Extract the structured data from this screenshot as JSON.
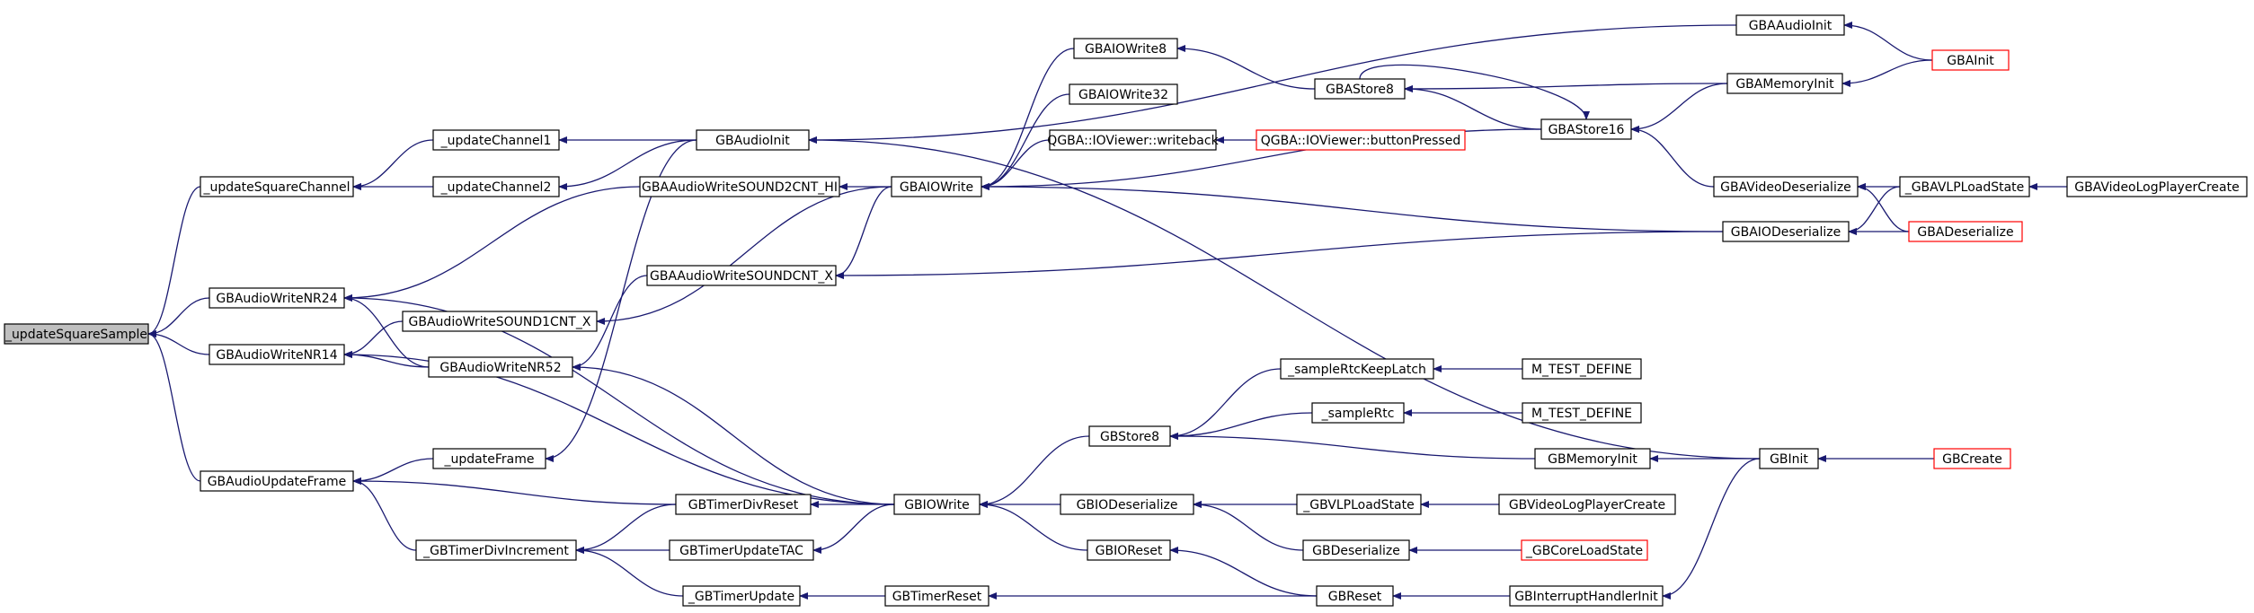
{
  "colors": {
    "edge": "#191970",
    "node_border": "#000000",
    "node_border_truncated": "#ff0000",
    "root_fill": "#bfbfbf",
    "node_fill": "#ffffff"
  },
  "nodes": [
    {
      "id": "n0",
      "label": "_updateSquareSample",
      "kind": "root"
    },
    {
      "id": "n1",
      "label": "_updateSquareChannel",
      "kind": "normal"
    },
    {
      "id": "n2",
      "label": "GBAudioWriteNR24",
      "kind": "normal"
    },
    {
      "id": "n3",
      "label": "GBAudioWriteNR14",
      "kind": "normal"
    },
    {
      "id": "n4",
      "label": "GBAudioUpdateFrame",
      "kind": "normal"
    },
    {
      "id": "n5",
      "label": "_updateChannel1",
      "kind": "normal"
    },
    {
      "id": "n6",
      "label": "_updateChannel2",
      "kind": "normal"
    },
    {
      "id": "n7",
      "label": "GBAudioWriteSOUND1CNT_X",
      "kind": "normal"
    },
    {
      "id": "n8",
      "label": "GBAudioWriteNR52",
      "kind": "normal"
    },
    {
      "id": "n9",
      "label": "_updateFrame",
      "kind": "normal"
    },
    {
      "id": "n10",
      "label": "_GBTimerDivIncrement",
      "kind": "normal"
    },
    {
      "id": "n11",
      "label": "GBAudioInit",
      "kind": "normal"
    },
    {
      "id": "n12",
      "label": "GBAAudioWriteSOUND2CNT_HI",
      "kind": "normal"
    },
    {
      "id": "n13",
      "label": "GBAAudioWriteSOUNDCNT_X",
      "kind": "normal"
    },
    {
      "id": "n14",
      "label": "GBTimerDivReset",
      "kind": "normal"
    },
    {
      "id": "n15",
      "label": "GBTimerUpdateTAC",
      "kind": "normal"
    },
    {
      "id": "n16",
      "label": "_GBTimerUpdate",
      "kind": "normal"
    },
    {
      "id": "n17",
      "label": "GBAIOWrite8",
      "kind": "normal"
    },
    {
      "id": "n18",
      "label": "GBAIOWrite32",
      "kind": "normal"
    },
    {
      "id": "n19",
      "label": "QGBA::IOViewer::writeback",
      "kind": "normal"
    },
    {
      "id": "n20",
      "label": "GBAIOWrite",
      "kind": "normal"
    },
    {
      "id": "n21",
      "label": "GBIOWrite",
      "kind": "normal"
    },
    {
      "id": "n22",
      "label": "GBTimerReset",
      "kind": "normal"
    },
    {
      "id": "n23",
      "label": "GBStore8",
      "kind": "normal"
    },
    {
      "id": "n24",
      "label": "GBIODeserialize",
      "kind": "normal"
    },
    {
      "id": "n25",
      "label": "GBIOReset",
      "kind": "normal"
    },
    {
      "id": "n26",
      "label": "QGBA::IOViewer::buttonPressed",
      "kind": "truncated"
    },
    {
      "id": "n27",
      "label": "GBAStore8",
      "kind": "normal"
    },
    {
      "id": "n28",
      "label": "_sampleRtcKeepLatch",
      "kind": "normal"
    },
    {
      "id": "n29",
      "label": "_sampleRtc",
      "kind": "normal"
    },
    {
      "id": "n30",
      "label": "_GBVLPLoadState",
      "kind": "normal"
    },
    {
      "id": "n31",
      "label": "GBDeserialize",
      "kind": "normal"
    },
    {
      "id": "n32",
      "label": "GBReset",
      "kind": "normal"
    },
    {
      "id": "n33",
      "label": "M_TEST_DEFINE",
      "kind": "normal"
    },
    {
      "id": "n34",
      "label": "M_TEST_DEFINE",
      "kind": "normal"
    },
    {
      "id": "n35",
      "label": "GBMemoryInit",
      "kind": "normal"
    },
    {
      "id": "n36",
      "label": "GBVideoLogPlayerCreate",
      "kind": "normal"
    },
    {
      "id": "n37",
      "label": "_GBCoreLoadState",
      "kind": "truncated"
    },
    {
      "id": "n38",
      "label": "GBInterruptHandlerInit",
      "kind": "normal"
    },
    {
      "id": "n39",
      "label": "GBAStore16",
      "kind": "normal"
    },
    {
      "id": "n40",
      "label": "GBAAudioInit",
      "kind": "normal"
    },
    {
      "id": "n41",
      "label": "GBAMemoryInit",
      "kind": "normal"
    },
    {
      "id": "n42",
      "label": "GBAVideoDeserialize",
      "kind": "normal"
    },
    {
      "id": "n43",
      "label": "GBAIODeserialize",
      "kind": "normal"
    },
    {
      "id": "n44",
      "label": "GBInit",
      "kind": "normal"
    },
    {
      "id": "n45",
      "label": "GBAInit",
      "kind": "truncated"
    },
    {
      "id": "n46",
      "label": "_GBAVLPLoadState",
      "kind": "normal"
    },
    {
      "id": "n47",
      "label": "GBADeserialize",
      "kind": "truncated"
    },
    {
      "id": "n48",
      "label": "GBAVideoLogPlayerCreate",
      "kind": "normal"
    },
    {
      "id": "n49",
      "label": "GBCreate",
      "kind": "truncated"
    }
  ],
  "edges": [
    [
      "n1",
      "n0"
    ],
    [
      "n2",
      "n0"
    ],
    [
      "n3",
      "n0"
    ],
    [
      "n4",
      "n0"
    ],
    [
      "n5",
      "n1"
    ],
    [
      "n6",
      "n1"
    ],
    [
      "n11",
      "n5"
    ],
    [
      "n11",
      "n6"
    ],
    [
      "n12",
      "n2"
    ],
    [
      "n8",
      "n2"
    ],
    [
      "n21",
      "n2"
    ],
    [
      "n7",
      "n3"
    ],
    [
      "n8",
      "n3"
    ],
    [
      "n21",
      "n3"
    ],
    [
      "n20",
      "n7"
    ],
    [
      "n13",
      "n8"
    ],
    [
      "n21",
      "n8"
    ],
    [
      "n20",
      "n12"
    ],
    [
      "n20",
      "n13"
    ],
    [
      "n43",
      "n13"
    ],
    [
      "n9",
      "n4"
    ],
    [
      "n14",
      "n4"
    ],
    [
      "n10",
      "n4"
    ],
    [
      "n11",
      "n9"
    ],
    [
      "n40",
      "n11"
    ],
    [
      "n44",
      "n11"
    ],
    [
      "n14",
      "n10"
    ],
    [
      "n15",
      "n10"
    ],
    [
      "n16",
      "n10"
    ],
    [
      "n21",
      "n14"
    ],
    [
      "n21",
      "n15"
    ],
    [
      "n22",
      "n16"
    ],
    [
      "n17",
      "n20"
    ],
    [
      "n18",
      "n20"
    ],
    [
      "n19",
      "n20"
    ],
    [
      "n39",
      "n20"
    ],
    [
      "n43",
      "n20"
    ],
    [
      "n23",
      "n21"
    ],
    [
      "n24",
      "n21"
    ],
    [
      "n25",
      "n21"
    ],
    [
      "n32",
      "n22"
    ],
    [
      "n32",
      "n25"
    ],
    [
      "n27",
      "n17"
    ],
    [
      "n26",
      "n19"
    ],
    [
      "n28",
      "n23"
    ],
    [
      "n29",
      "n23"
    ],
    [
      "n35",
      "n23"
    ],
    [
      "n30",
      "n24"
    ],
    [
      "n31",
      "n24"
    ],
    [
      "n33",
      "n28"
    ],
    [
      "n34",
      "n29"
    ],
    [
      "n36",
      "n30"
    ],
    [
      "n37",
      "n31"
    ],
    [
      "n38",
      "n32"
    ],
    [
      "n44",
      "n35"
    ],
    [
      "n44",
      "n38"
    ],
    [
      "n49",
      "n44"
    ],
    [
      "n39",
      "n27"
    ],
    [
      "n27",
      "n39"
    ],
    [
      "n41",
      "n27"
    ],
    [
      "n41",
      "n39"
    ],
    [
      "n42",
      "n39"
    ],
    [
      "n45",
      "n40"
    ],
    [
      "n45",
      "n41"
    ],
    [
      "n46",
      "n42"
    ],
    [
      "n47",
      "n42"
    ],
    [
      "n46",
      "n43"
    ],
    [
      "n47",
      "n43"
    ],
    [
      "n48",
      "n46"
    ]
  ]
}
